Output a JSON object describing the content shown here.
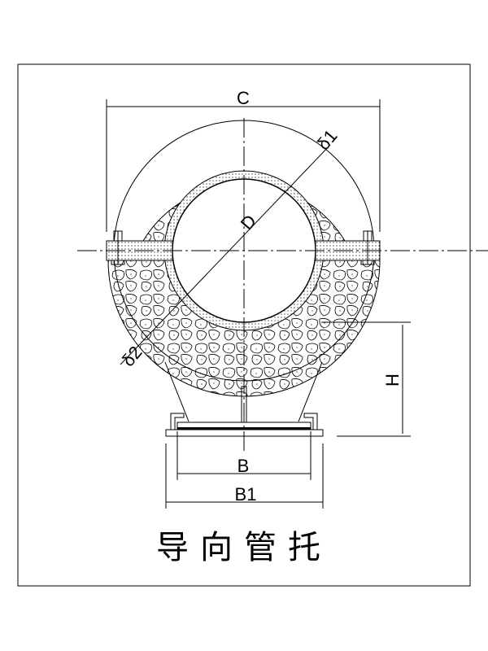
{
  "title": "导向管托",
  "dimensions": {
    "c": "C",
    "delta1": "δ1",
    "delta2": "δ2",
    "diameter": "D",
    "h": "H",
    "b": "B",
    "b1": "B1"
  }
}
